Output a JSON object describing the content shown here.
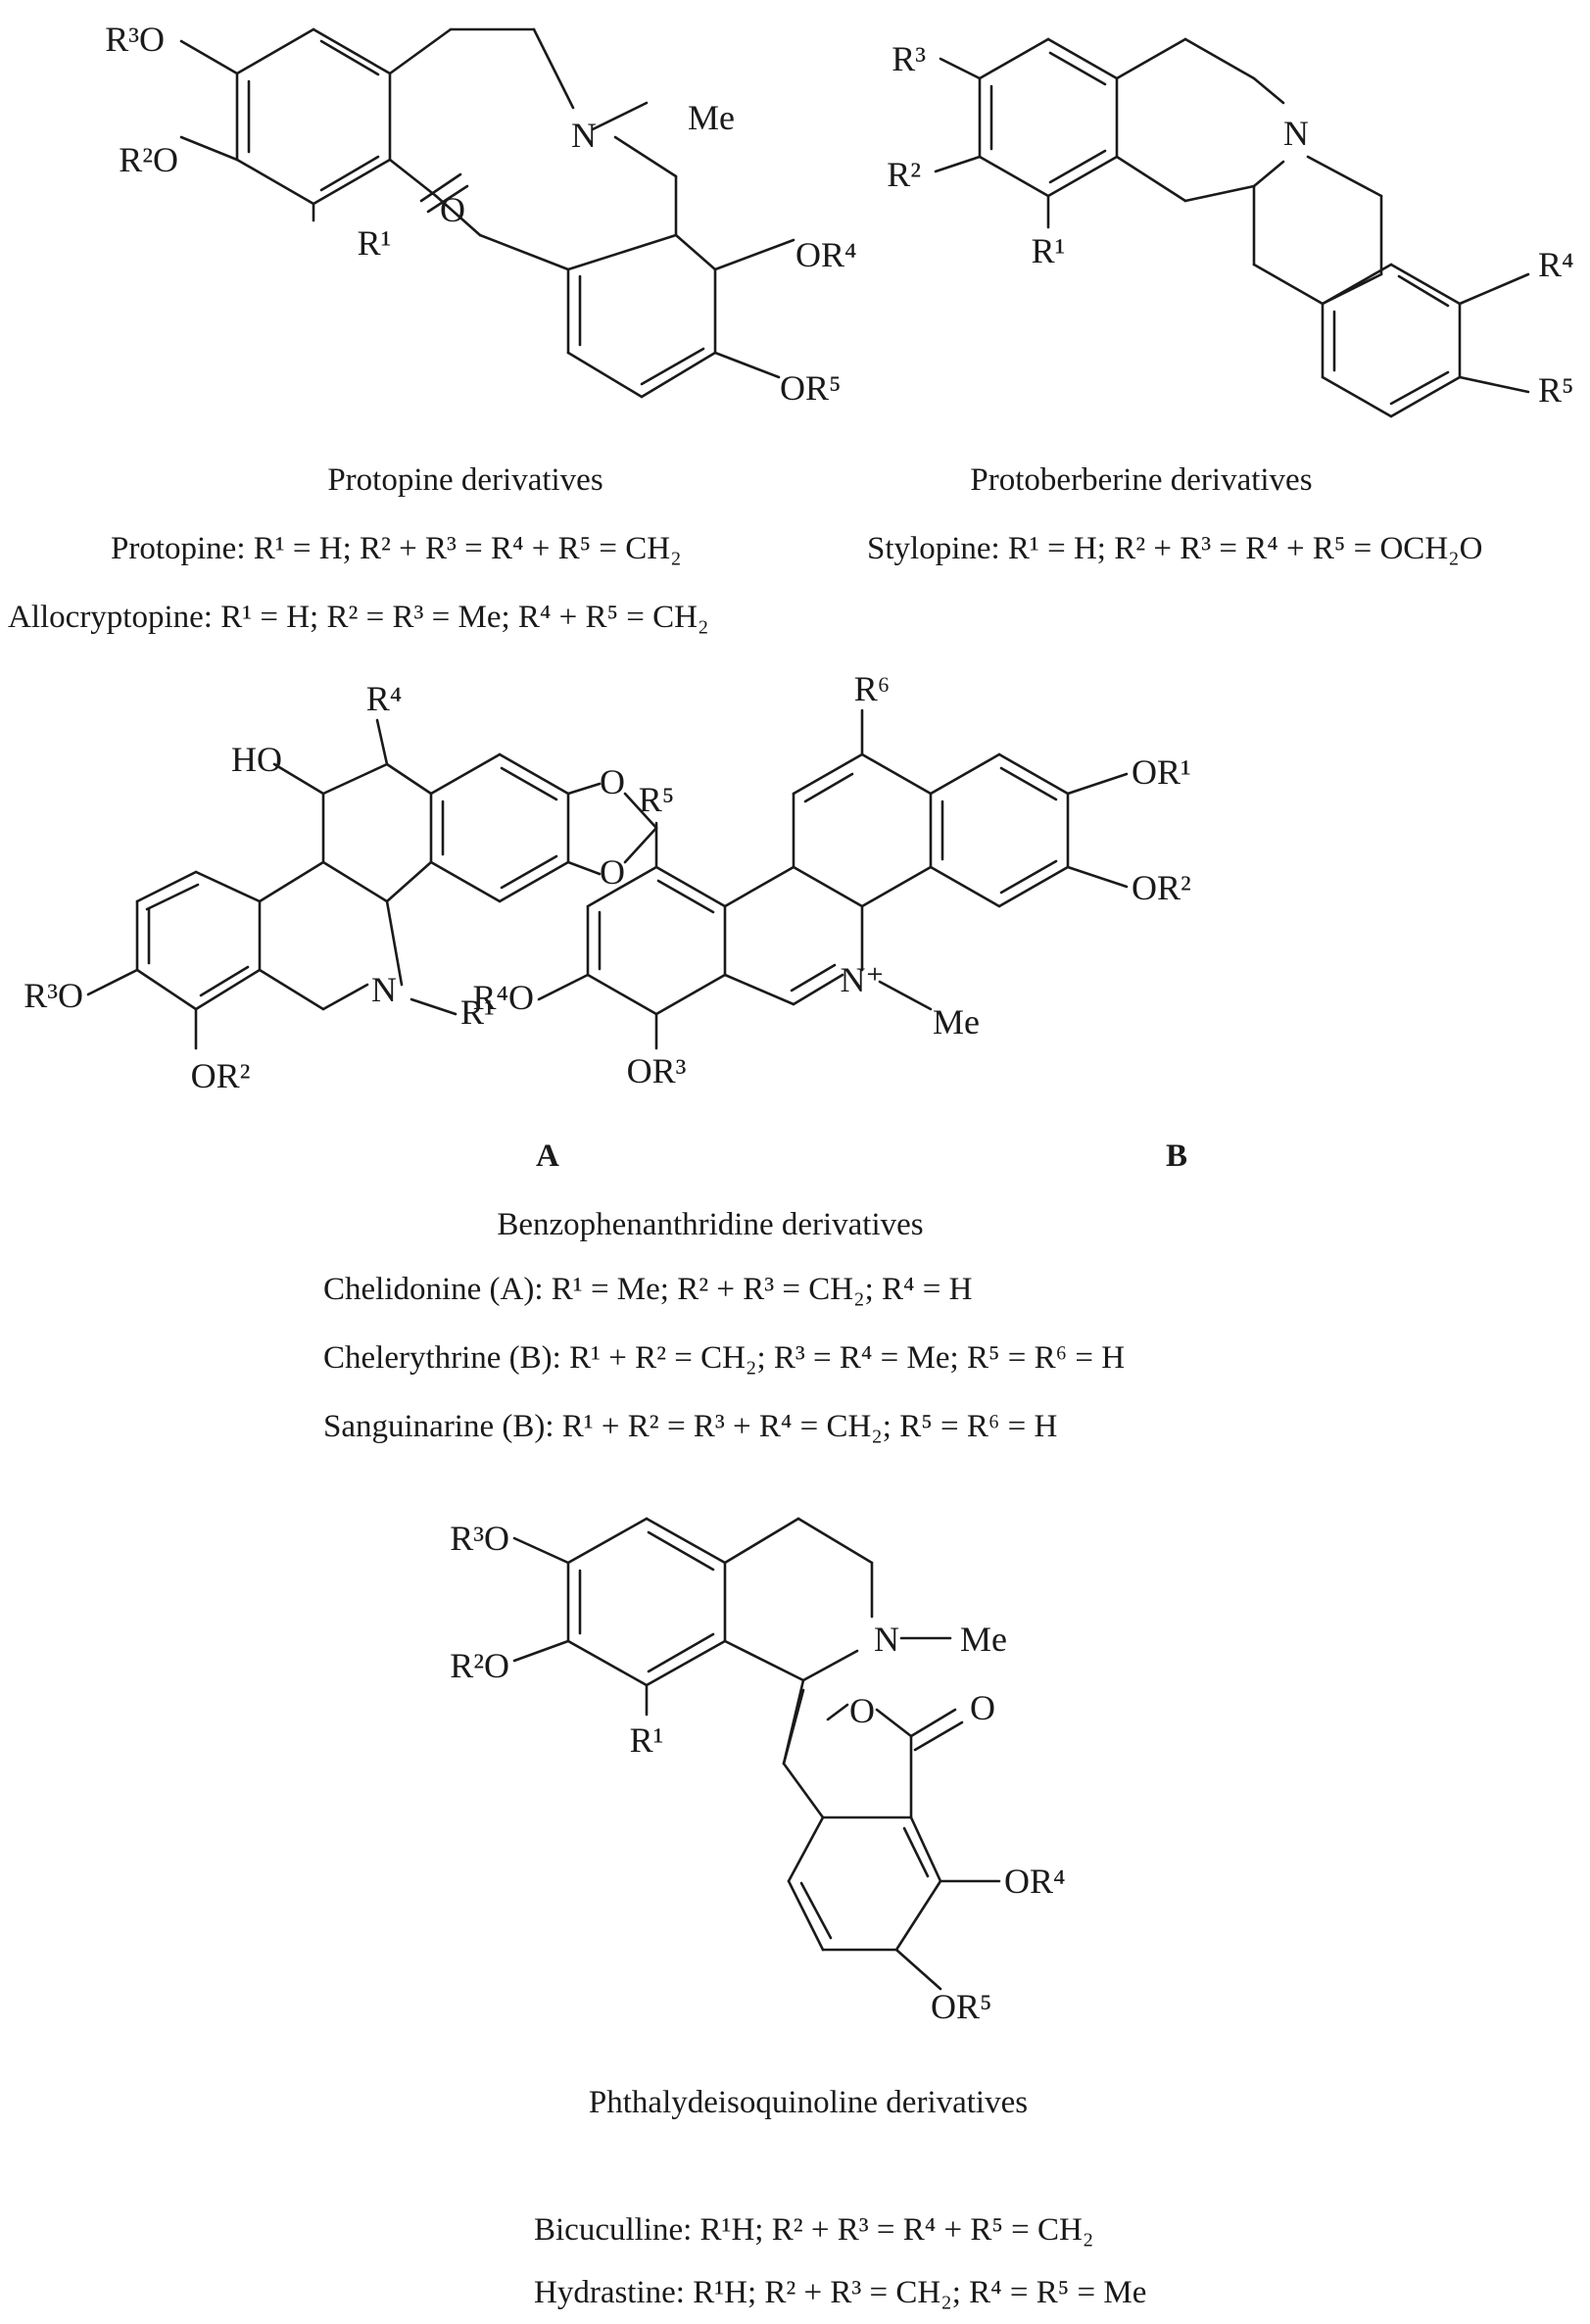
{
  "sections": {
    "protopine": {
      "caption": "Protopine derivatives",
      "formulas": [
        "Protopine: R¹ = H; R² + R³ = R⁴ + R⁵ = CH₂",
        "Allocryptopine: R¹ = H; R² = R³ = Me; R⁴ + R⁵ = CH₂"
      ],
      "labels": {
        "r3o": "R³O",
        "r2o": "R²O",
        "r1": "R¹",
        "n": "N",
        "me": "Me",
        "o": "O",
        "or4": "OR⁴",
        "or5": "OR⁵"
      }
    },
    "protoberberine": {
      "caption": "Protoberberine derivatives",
      "formulas": [
        "Stylopine: R¹ = H; R² + R³ = R⁴ + R⁵ = OCH₂O"
      ],
      "labels": {
        "r3": "R³",
        "r2": "R²",
        "r1": "R¹",
        "n": "N",
        "r4": "R⁴",
        "r5": "R⁵"
      }
    },
    "benzophenanthridine": {
      "caption": "Benzophenanthridine derivatives",
      "structure_a_letter": "A",
      "structure_b_letter": "B",
      "formulas": [
        "Chelidonine (A): R¹ = Me; R² + R³ = CH₂; R⁴ = H",
        "Chelerythrine (B): R¹ + R² = CH₂; R³ = R⁴ = Me; R⁵ = R⁶ = H",
        "Sanguinarine (B): R¹ + R² = R³ + R⁴ = CH₂; R⁵ = R⁶ = H"
      ],
      "labels_a": {
        "ho": "HO",
        "r4": "R⁴",
        "o1": "O",
        "o2": "O",
        "r3o": "R³O",
        "or2": "OR²",
        "n": "N",
        "r1": "R¹"
      },
      "labels_b": {
        "r6": "R⁶",
        "r5": "R⁵",
        "or1": "OR¹",
        "or2": "OR²",
        "r4o": "R⁴O",
        "n": "N⁺",
        "me": "Me",
        "or3": "OR³"
      }
    },
    "phthalide": {
      "caption": "Phthalydeisoquinoline derivatives",
      "formulas": [
        "Bicuculline: R¹H; R² + R³ = R⁴ + R⁵ = CH₂",
        "Hydrastine: R¹H; R² + R³ = CH₂; R⁴ = R⁵ = Me"
      ],
      "labels": {
        "r3o": "R³O",
        "r2o": "R²O",
        "r1": "R¹",
        "n": "N",
        "me": "Me",
        "o_ring": "O",
        "o_carbonyl": "O",
        "or4": "OR⁴",
        "or5": "OR⁵"
      }
    }
  }
}
